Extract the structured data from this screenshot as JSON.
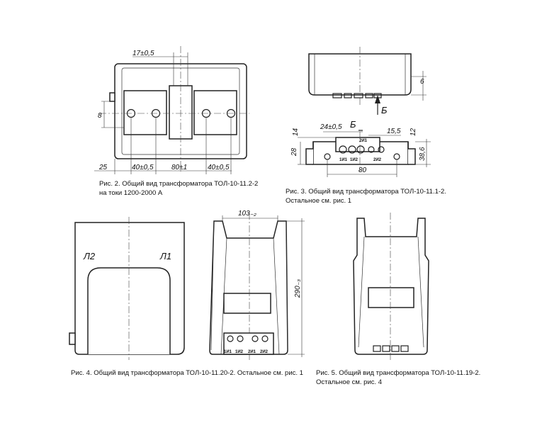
{
  "captions": {
    "fig2": [
      "Рис. 2. Общий вид трансформатора ТОЛ-10-11.2-2",
      "на токи 1200-2000 А"
    ],
    "fig3": [
      "Рис. 3. Общий вид трансформатора ТОЛ-10-11.1-2.",
      "Остальное см. рис. 1"
    ],
    "fig4": [
      "Рис. 4. Общий вид трансформатора ТОЛ-10-11.20-2. Остальное см. рис. 1"
    ],
    "fig5": [
      "Рис. 5. Общий вид трансформатора ТОЛ-10-11.19-2.",
      "Остальное см. рис. 4"
    ]
  },
  "fig2_dims": {
    "top": "17±0,5",
    "left_v": "8",
    "d25": "25",
    "d40a": "40±0,5",
    "d80": "80±1",
    "d40b": "40±0,5"
  },
  "fig3_dims": {
    "d6": "6",
    "view": "Б",
    "d24": "24±0,5",
    "d14": "14",
    "d155": "15,5",
    "d12": "12",
    "d28": "28",
    "d80": "80",
    "d386": "38,6",
    "arrow_label": "Б"
  },
  "fig4_labels": {
    "l2": "Л2",
    "l1": "Л1"
  },
  "fig4_dims": {
    "d103": "103₋₂",
    "d290": "290₋₃"
  },
  "terminals": {
    "t1": "1И1",
    "t2": "1И2",
    "t3": "2И1",
    "t4": "2И2"
  }
}
